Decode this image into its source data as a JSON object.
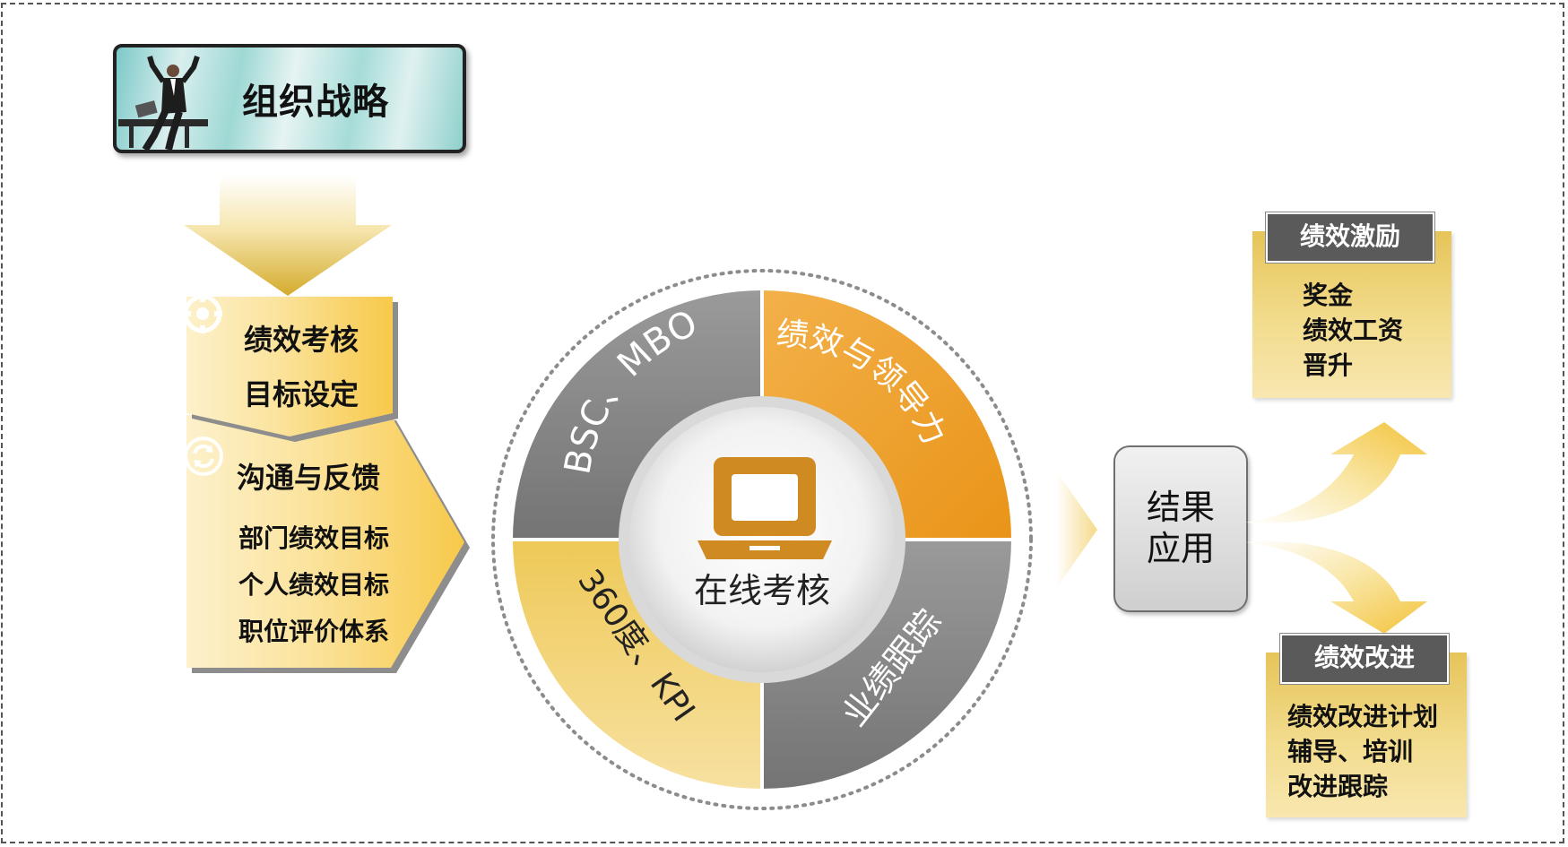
{
  "strategy": {
    "title": "组织战略"
  },
  "left_process": {
    "stage1_lines": [
      "绩效考核",
      "目标设定"
    ],
    "stage2_title": "沟通与反馈",
    "stage2_items": [
      "部门绩效目标",
      "个人绩效目标",
      "职位评价体系"
    ]
  },
  "wheel": {
    "center_label": "在线考核",
    "segments": [
      {
        "label": "BSC、MBO",
        "color": "#8a8a8a"
      },
      {
        "label": "绩效与领导力",
        "color": "#f0a030"
      },
      {
        "label": "业绩跟踪",
        "color": "#8a8a8a"
      },
      {
        "label": "360度、KPI",
        "color": "#f2cf63"
      }
    ]
  },
  "result": {
    "lines": [
      "结果",
      "应用"
    ]
  },
  "incentive": {
    "title": "绩效激励",
    "items": [
      "奖金",
      "绩效工资",
      "晋升"
    ]
  },
  "improvement": {
    "title": "绩效改进",
    "items": [
      "绩效改进计划",
      "辅导、培训",
      "改进跟踪"
    ]
  },
  "colors": {
    "gold": "#f2cf63",
    "orange": "#f0a030",
    "gray": "#8a8a8a",
    "dark_header": "#5a5a5a"
  }
}
